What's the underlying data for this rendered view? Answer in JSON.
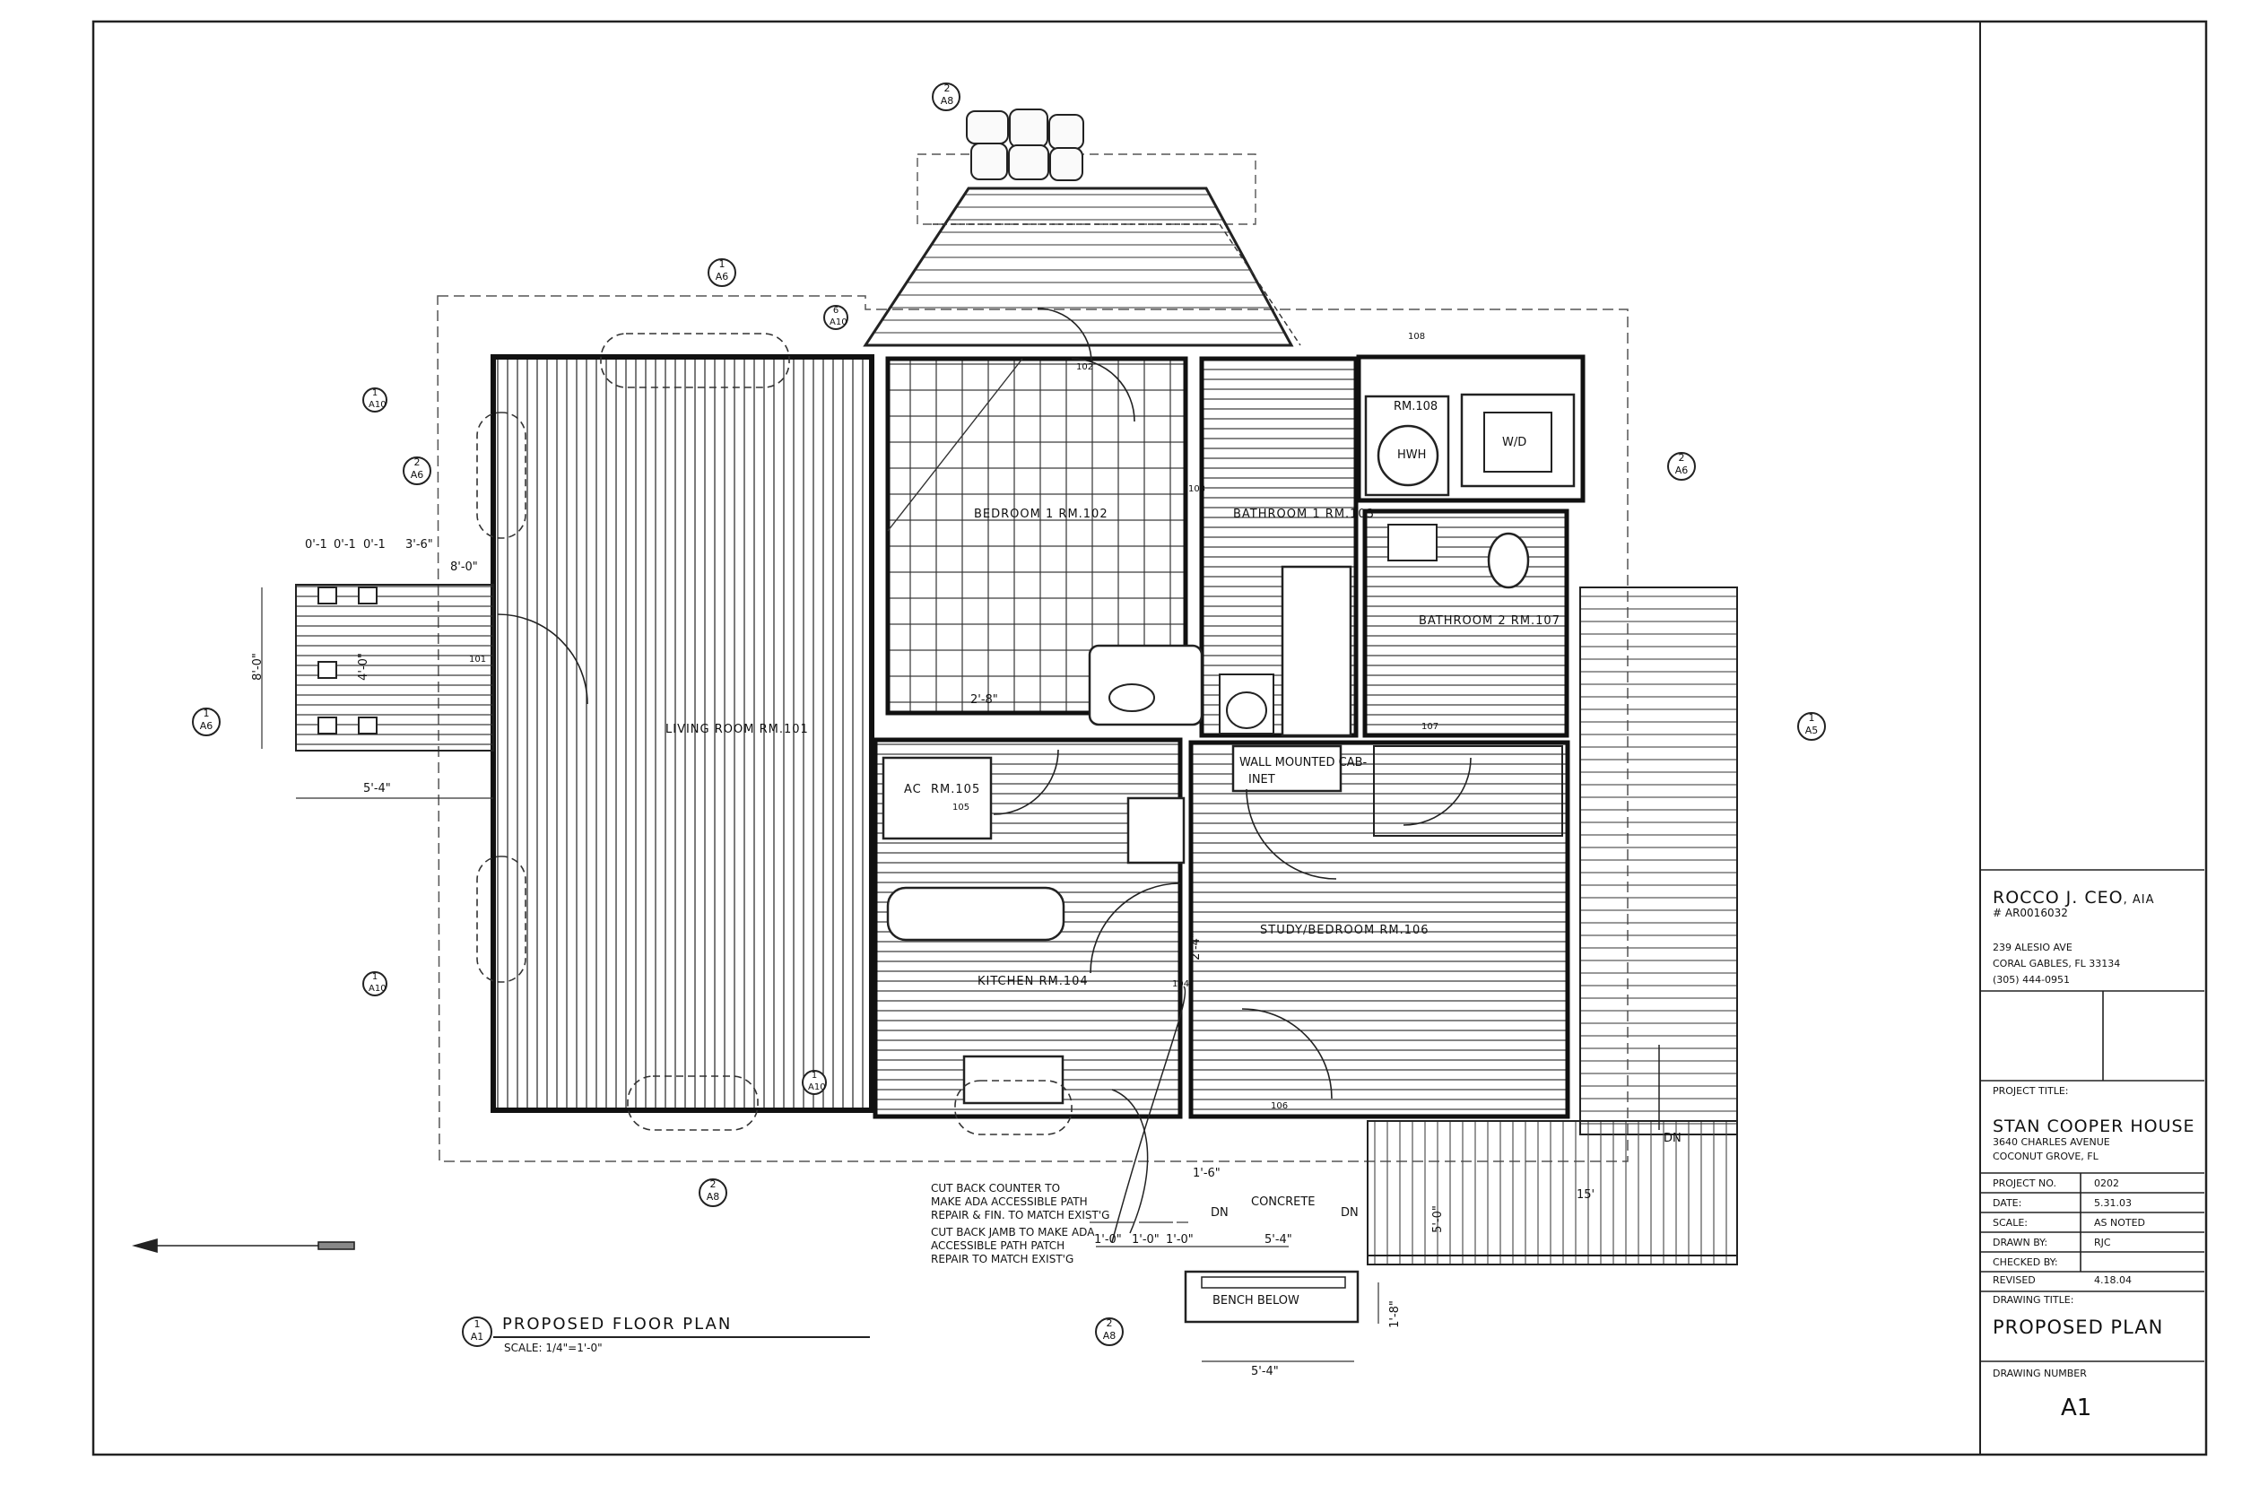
{
  "title_block": {
    "architect_name": "ROCCO J. CEO",
    "architect_suffix": ", AIA",
    "license": "# AR0016032",
    "address_line1": "239 ALESIO AVE",
    "address_line2": "CORAL GABLES, FL 33134",
    "phone": "(305) 444-0951",
    "project_title_label": "PROJECT TITLE:",
    "project_name": "STAN COOPER HOUSE",
    "project_address1": "3640 CHARLES AVENUE",
    "project_address2": "COCONUT GROVE, FL",
    "fields": [
      {
        "label": "PROJECT NO.",
        "value": "0202"
      },
      {
        "label": "DATE:",
        "value": "5.31.03"
      },
      {
        "label": "SCALE:",
        "value": "AS NOTED"
      },
      {
        "label": "DRAWN BY:",
        "value": "RJC"
      },
      {
        "label": "CHECKED BY:",
        "value": ""
      },
      {
        "label": "REVISED",
        "value": "4.18.04"
      }
    ],
    "drawing_title_label": "DRAWING TITLE:",
    "drawing_title": "PROPOSED PLAN",
    "drawing_number_label": "DRAWING NUMBER",
    "drawing_number": "A1"
  },
  "plan_caption": {
    "detail_number": "1",
    "detail_sheet": "A1",
    "title": "PROPOSED   FLOOR PLAN",
    "scale": "SCALE: 1/4\"=1'-0\""
  },
  "rooms": [
    {
      "key": "living",
      "label": "LIVING ROOM",
      "number": "RM.101"
    },
    {
      "key": "bedroom1",
      "label": "BEDROOM 1",
      "number": "RM.102"
    },
    {
      "key": "bath1",
      "label": "BATHROOM 1",
      "number": "RM.103"
    },
    {
      "key": "kitchen",
      "label": "KITCHEN",
      "number": "RM.104"
    },
    {
      "key": "ac",
      "label": "AC",
      "number": "RM.105"
    },
    {
      "key": "study",
      "label": "STUDY/BEDROOM",
      "number": "RM.106"
    },
    {
      "key": "bath2",
      "label": "BATHROOM 2",
      "number": "RM.107"
    },
    {
      "key": "laundry",
      "label": "",
      "number": "RM.108"
    }
  ],
  "fixtures": {
    "water_heater": "HWH",
    "washer_dryer": "W/D",
    "cabinet_line1": "WALL MOUNTED CAB-",
    "cabinet_line2": "INET",
    "bench": "BENCH BELOW",
    "concrete": "CONCRETE"
  },
  "notes": [
    "CUT BACK COUNTER TO",
    "MAKE ADA ACCESSIBLE PATH",
    "REPAIR & FIN. TO MATCH EXIST'G",
    "CUT BACK JAMB TO MAKE ADA",
    "ACCESSIBLE PATH PATCH",
    "REPAIR TO MATCH EXIST'G"
  ],
  "dimensions": {
    "porch_height": "8'-0\"",
    "step_depth": "4'-0\"",
    "entry_width": "5'-4\"",
    "door_dims": [
      "1'-0\"",
      "1'-0\"",
      "1'-0\""
    ],
    "ramp_length": "5'-4\"",
    "bench_width": "5'-4\"",
    "bench_depth": "1'-8\"",
    "walk": "1'-6\"",
    "kitchen_gap": "2'-8\"",
    "study_clear": "2'-4\"",
    "deck_len": "15'",
    "deck_note": "5'-0\"",
    "top_dims": [
      "0'-1",
      "0'-1",
      "0'-1",
      "3'-6\"",
      "8'-0\""
    ],
    "ramp_labels": [
      "DN",
      "DN",
      "DN"
    ]
  },
  "section_markers": [
    {
      "num": "1",
      "sheet": "A6"
    },
    {
      "num": "2",
      "sheet": "A8"
    },
    {
      "num": "1",
      "sheet": "A5"
    },
    {
      "num": "1",
      "sheet": "A6"
    },
    {
      "num": "2",
      "sheet": "A6"
    },
    {
      "num": "2",
      "sheet": "A8"
    },
    {
      "num": "2",
      "sheet": "A6"
    }
  ],
  "detail_markers": [
    {
      "num": "1",
      "sheet": "A10"
    },
    {
      "num": "1",
      "sheet": "A10"
    },
    {
      "num": "6",
      "sheet": "A10"
    },
    {
      "num": "1",
      "sheet": "A10"
    }
  ],
  "door_tags": [
    "101",
    "102",
    "103",
    "104",
    "105",
    "106",
    "107",
    "108"
  ]
}
